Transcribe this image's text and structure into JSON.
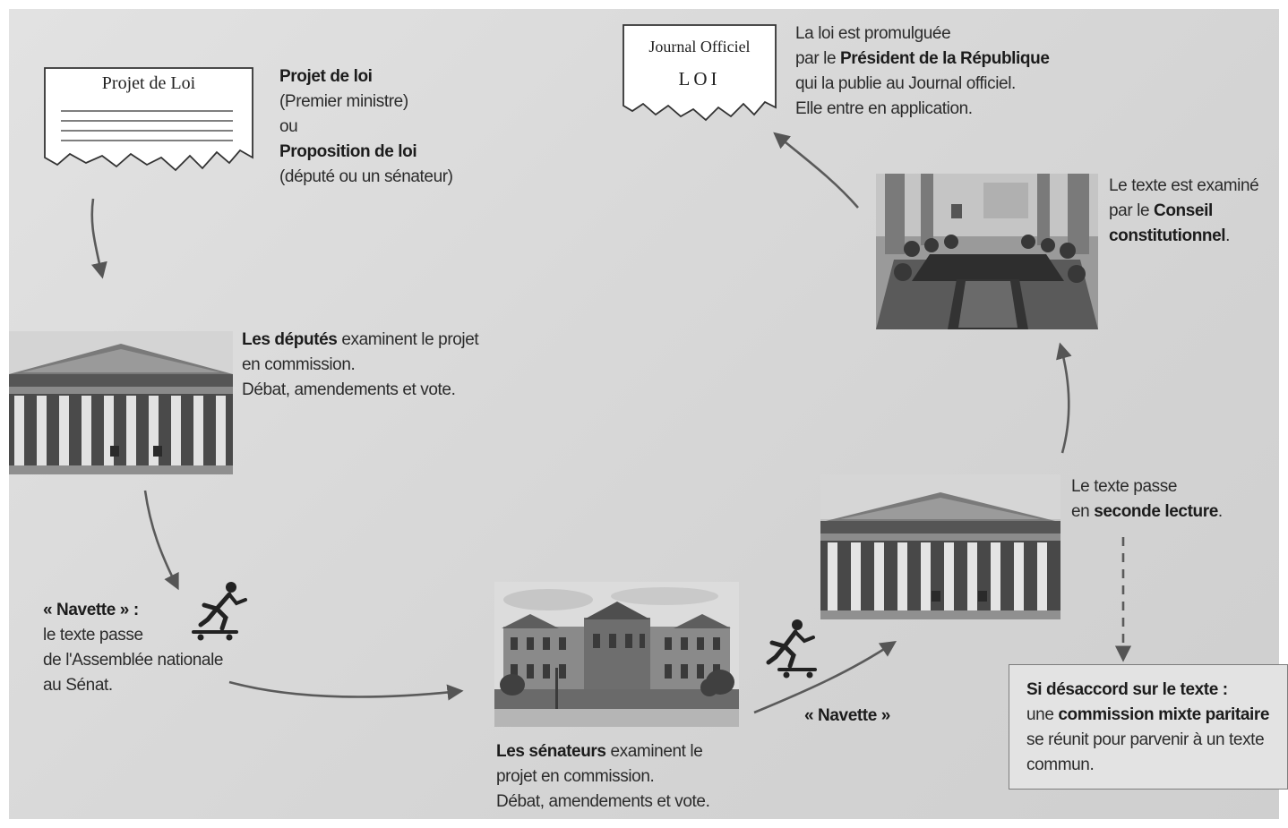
{
  "step1": {
    "doc_title": "Projet de Loi",
    "text": [
      "Projet de loi",
      "(Premier ministre)",
      "ou",
      "Proposition de loi",
      "(député ou un sénateur)"
    ]
  },
  "step2": {
    "bold": "Les députés",
    "rest": " examinent le projet",
    "lines": [
      "en commission.",
      "Débat, amendements et vote."
    ]
  },
  "navette1": {
    "lines": [
      "« Navette » :",
      "le texte passe",
      "de l'Assemblée nationale",
      "au Sénat."
    ]
  },
  "step3": {
    "bold": "Les sénateurs",
    "rest": " examinent le",
    "lines": [
      "projet en commission.",
      "Débat, amendements et vote."
    ]
  },
  "navette2": {
    "label": "« Navette »"
  },
  "step4": {
    "line1": "Le texte passe",
    "line2_pre": "en ",
    "line2_bold": "seconde lecture",
    "line2_post": "."
  },
  "cmp": {
    "title": "Si désaccord sur le texte :",
    "line2_pre": "une ",
    "line2_bold": "commission mixte paritaire",
    "line3": "se réunit pour parvenir à un texte",
    "line4": "commun."
  },
  "step5": {
    "line1": "Le texte est examiné",
    "line2_pre": "par le ",
    "line2_bold": "Conseil",
    "line3_bold": "constitutionnel",
    "line3_post": "."
  },
  "step6": {
    "doc_title": "Journal Officiel",
    "doc_sub": "LOI",
    "line1": "La loi est promulguée",
    "line2_pre": "par le ",
    "line2_bold": "Président de la République",
    "line3": "qui la publie au Journal officiel.",
    "line4": "Elle entre en application."
  },
  "icons": [
    "document-icon",
    "assemblee-nationale-photo",
    "senat-photo",
    "conseil-constitutionnel-photo",
    "skateboarder-icon",
    "arrow-icon"
  ]
}
